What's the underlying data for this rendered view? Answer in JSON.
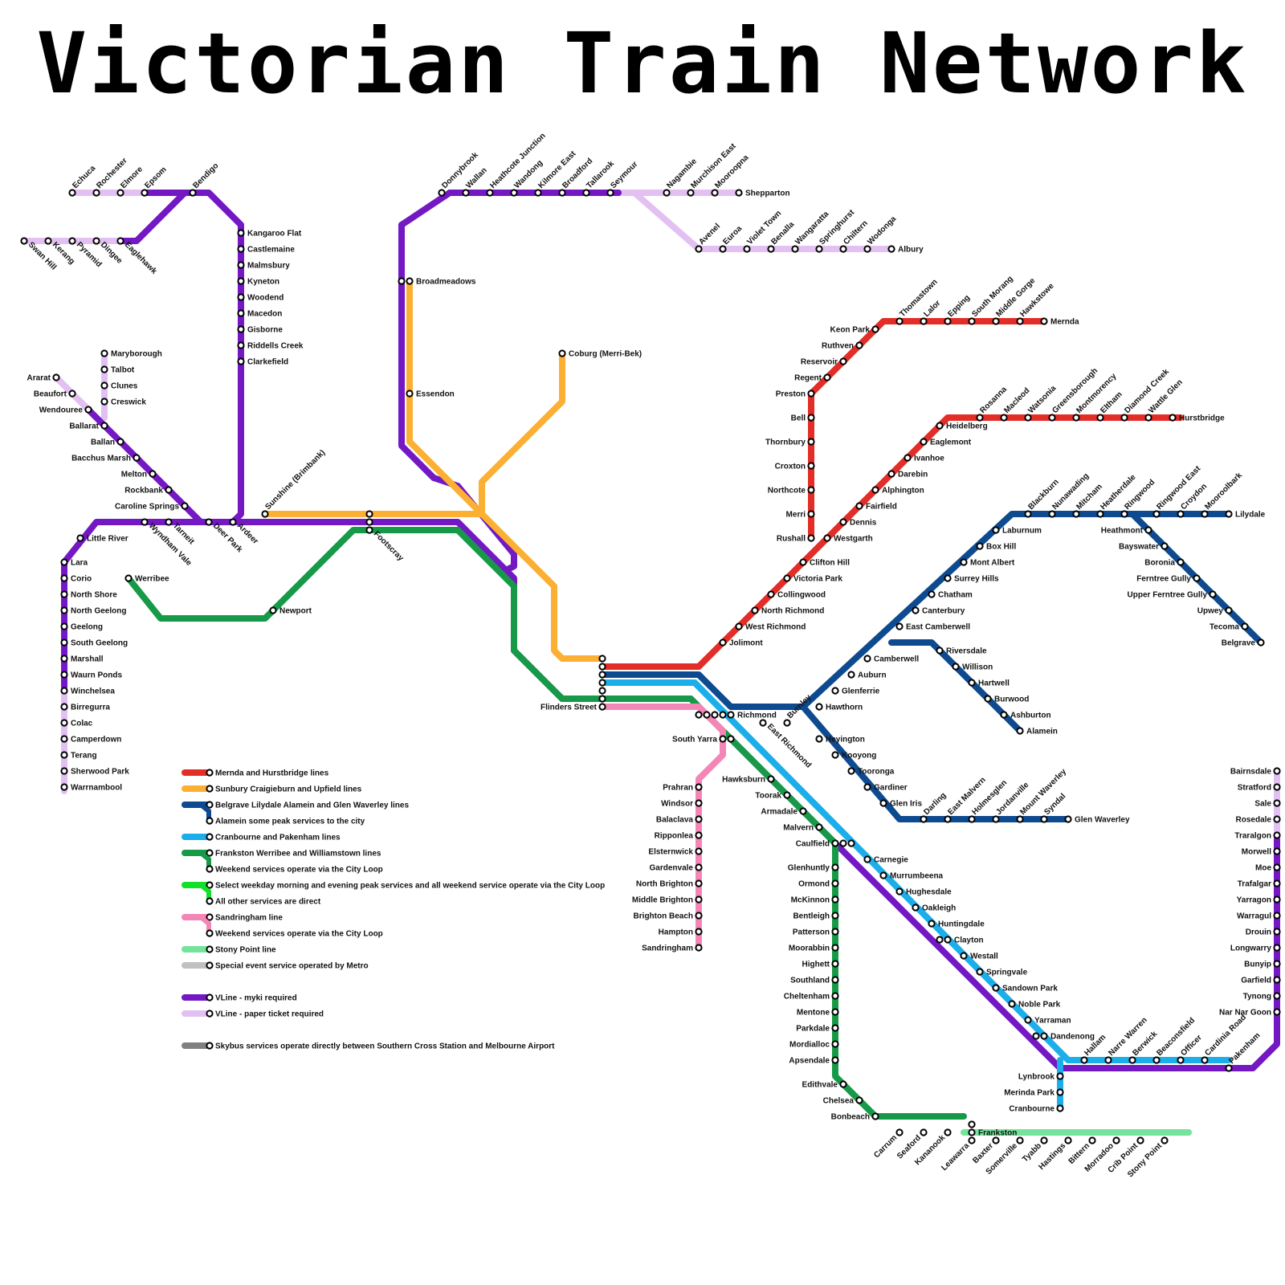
{
  "title": "Victorian Train Network",
  "colors": {
    "mernda": "#e32d27",
    "sunbury": "#fbb033",
    "belgrave": "#0e4a8f",
    "cranbourne": "#1caee9",
    "frankston": "#169a48",
    "city_loop": "#13e02a",
    "sandringham": "#f486b7",
    "stony_point": "#74e39b",
    "special": "#c0c0c0",
    "vline": "#7318c3",
    "vline_paper": "#e3c0f2",
    "skybus": "#808080"
  },
  "legend": [
    {
      "label": "Mernda and Hurstbridge lines",
      "color": "mernda"
    },
    {
      "label": "Sunbury Craigieburn and Upfield lines",
      "color": "sunbury"
    },
    {
      "label": "Belgrave Lilydale Alamein and Glen Waverley lines",
      "color": "belgrave"
    },
    {
      "label": "Alamein some peak services to the city",
      "color": "belgrave",
      "sub": true
    },
    {
      "label": "Cranbourne and Pakenham lines",
      "color": "cranbourne"
    },
    {
      "label": "Frankston Werribee and Williamstown lines",
      "color": "frankston"
    },
    {
      "label": "Weekend services operate via the City Loop",
      "color": "frankston",
      "sub": true
    },
    {
      "label": "Select weekday morning and evening peak services and all weekend service operate via the City Loop",
      "color": "city_loop"
    },
    {
      "label": "All other services are direct",
      "color": "city_loop",
      "sub": true
    },
    {
      "label": "Sandringham line",
      "color": "sandringham"
    },
    {
      "label": "Weekend services operate via the City Loop",
      "color": "sandringham",
      "sub": true
    },
    {
      "label": "Stony Point line",
      "color": "stony_point"
    },
    {
      "label": "Special event service operated by Metro",
      "color": "special"
    },
    {
      "label": "",
      "color": ""
    },
    {
      "label": "VLine - myki required",
      "color": "vline"
    },
    {
      "label": "VLine - paper ticket required",
      "color": "vline_paper"
    },
    {
      "label": "",
      "color": ""
    },
    {
      "label": "Skybus services operate directly between Southern Cross Station and Melbourne Airport",
      "color": "skybus"
    }
  ],
  "stations": {
    "echuca": "Echuca",
    "rochester": "Rochester",
    "elmore": "Elmore",
    "epsom": "Epsom",
    "bendigo": "Bendigo",
    "swan_hill": "Swan Hill",
    "kerang": "Kerang",
    "pyramid": "Pyramid",
    "dingee": "Dingee",
    "eaglehawk": "Eaglehawk",
    "kangaroo_flat": "Kangaroo Flat",
    "castlemaine": "Castlemaine",
    "malmsbury": "Malmsbury",
    "kyneton": "Kyneton",
    "woodend": "Woodend",
    "macedon": "Macedon",
    "gisborne": "Gisborne",
    "riddells_creek": "Riddells Creek",
    "clarkefield": "Clarkefield",
    "sunshine": "Sunshine (Brimbank)",
    "maryborough": "Maryborough",
    "talbot": "Talbot",
    "clunes": "Clunes",
    "creswick": "Creswick",
    "ararat": "Ararat",
    "beaufort": "Beaufort",
    "wendouree": "Wendouree",
    "ballarat": "Ballarat",
    "ballan": "Ballan",
    "bacchus_marsh": "Bacchus Marsh",
    "melton": "Melton",
    "rockbank": "Rockbank",
    "caroline_springs": "Caroline Springs",
    "wyndham_vale": "Wyndham Vale",
    "tarneit": "Tarneit",
    "deer_park": "Deer Park",
    "ardeer": "Ardeer",
    "little_river": "Little River",
    "lara": "Lara",
    "corio": "Corio",
    "north_shore": "North Shore",
    "north_geelong": "North Geelong",
    "geelong": "Geelong",
    "south_geelong": "South Geelong",
    "marshall": "Marshall",
    "waurn_ponds": "Waurn Ponds",
    "winchelsea": "Winchelsea",
    "birregurra": "Birregurra",
    "colac": "Colac",
    "camperdown": "Camperdown",
    "terang": "Terang",
    "sherwood_park": "Sherwood Park",
    "warrnambool": "Warrnambool",
    "werribee": "Werribee",
    "newport": "Newport",
    "footscray": "Footscray",
    "donnybrook": "Donnybrook",
    "wallan": "Wallan",
    "heathcote_junction": "Heathcote Junction",
    "wandong": "Wandong",
    "kilmore_east": "Kilmore East",
    "broadford": "Broadford",
    "tallarook": "Tallarook",
    "seymour": "Seymour",
    "nagambie": "Nagambie",
    "murchison_east": "Murchison East",
    "mooroopna": "Mooroopna",
    "shepparton": "Shepparton",
    "avenel": "Avenel",
    "euroa": "Euroa",
    "violet_town": "Violet Town",
    "benalla": "Benalla",
    "wangaratta": "Wangaratta",
    "springhurst": "Springhurst",
    "chiltern": "Chiltern",
    "wodonga": "Wodonga",
    "albury": "Albury",
    "broadmeadows": "Broadmeadows",
    "essendon": "Essendon",
    "coburg": "Coburg (Merri-Bek)",
    "flinders_street": "Flinders Street",
    "keon_park": "Keon Park",
    "thomastown": "Thomastown",
    "lalor": "Lalor",
    "epping": "Epping",
    "south_morang": "South Morang",
    "middle_gorge": "Middle Gorge",
    "hawkstowe": "Hawkstowe",
    "mernda": "Mernda",
    "ruthven": "Ruthven",
    "reservoir": "Reservoir",
    "regent": "Regent",
    "preston": "Preston",
    "bell": "Bell",
    "thornbury": "Thornbury",
    "croxton": "Croxton",
    "northcote": "Northcote",
    "merri": "Merri",
    "rushall": "Rushall",
    "rosanna": "Rosanna",
    "macleod": "Macleod",
    "watsonia": "Watsonia",
    "greensborough": "Greensborough",
    "montmorency": "Montmorency",
    "eltham": "Eltham",
    "diamond_creek": "Diamond Creek",
    "wattle_glen": "Wattle Glen",
    "hurstbridge": "Hurstbridge",
    "heidelberg": "Heidelberg",
    "eaglemont": "Eaglemont",
    "ivanhoe": "Ivanhoe",
    "darebin": "Darebin",
    "alphington": "Alphington",
    "fairfield": "Fairfield",
    "dennis": "Dennis",
    "westgarth": "Westgarth",
    "clifton_hill": "Clifton Hill",
    "victoria_park": "Victoria Park",
    "collingwood": "Collingwood",
    "north_richmond": "North Richmond",
    "west_richmond": "West Richmond",
    "jolimont": "Jolimont",
    "blackburn": "Blackburn",
    "nunawading": "Nunawading",
    "mitcham": "Mitcham",
    "heatherdale": "Heatherdale",
    "ringwood": "Ringwood",
    "ringwood_east": "Ringwood East",
    "croydon": "Croydon",
    "mooroolbark": "Mooroolbark",
    "lilydale": "Lilydale",
    "laburnum": "Laburnum",
    "box_hill": "Box Hill",
    "mont_albert": "Mont Albert",
    "surrey_hills": "Surrey Hills",
    "chatham": "Chatham",
    "canterbury": "Canterbury",
    "east_camberwell": "East Camberwell",
    "camberwell": "Camberwell",
    "auburn": "Auburn",
    "glenferrie": "Glenferrie",
    "hawthorn": "Hawthorn",
    "burnley": "Burnley",
    "heathmont": "Heathmont",
    "bayswater": "Bayswater",
    "boronia": "Boronia",
    "ferntree_gully": "Ferntree Gully",
    "upper_ferntree_gully": "Upper Ferntree Gully",
    "upwey": "Upwey",
    "tecoma": "Tecoma",
    "belgrave": "Belgrave",
    "riversdale": "Riversdale",
    "willison": "Willison",
    "hartwell": "Hartwell",
    "burwood": "Burwood",
    "ashburton": "Ashburton",
    "alamein": "Alamein",
    "richmond": "Richmond",
    "east_richmond": "East Richmond",
    "heyington": "Heyington",
    "kooyong": "Kooyong",
    "tooronga": "Tooronga",
    "gardiner": "Gardiner",
    "glen_iris": "Glen Iris",
    "darling": "Darling",
    "east_malvern": "East Malvern",
    "holmesglen": "Holmesglen",
    "jordanville": "Jordanville",
    "mount_waverley": "Mount Waverley",
    "syndal": "Syndal",
    "glen_waverley": "Glen Waverley",
    "south_yarra": "South Yarra",
    "prahran": "Prahran",
    "windsor": "Windsor",
    "balaclava": "Balaclava",
    "ripponlea": "Ripponlea",
    "elsternwick": "Elsternwick",
    "gardenvale": "Gardenvale",
    "north_brighton": "North Brighton",
    "middle_brighton": "Middle Brighton",
    "brighton_beach": "Brighton Beach",
    "hampton": "Hampton",
    "sandringham": "Sandringham",
    "hawksburn": "Hawksburn",
    "toorak": "Toorak",
    "armadale": "Armadale",
    "malvern": "Malvern",
    "caulfield": "Caulfield",
    "carnegie": "Carnegie",
    "murrumbeena": "Murrumbeena",
    "hughesdale": "Hughesdale",
    "oakleigh": "Oakleigh",
    "huntingdale": "Huntingdale",
    "clayton": "Clayton",
    "westall": "Westall",
    "springvale": "Springvale",
    "sandown_park": "Sandown Park",
    "noble_park": "Noble Park",
    "yarraman": "Yarraman",
    "dandenong": "Dandenong",
    "hallam": "Hallam",
    "narre_warren": "Narre Warren",
    "berwick": "Berwick",
    "beaconsfield": "Beaconsfield",
    "officer": "Officer",
    "cardinia_road": "Cardinia Road",
    "pakenham": "Pakenham",
    "lynbrook": "Lynbrook",
    "merinda_park": "Merinda Park",
    "cranbourne": "Cranbourne",
    "glenhuntly": "Glenhuntly",
    "ormond": "Ormond",
    "mckinnon": "McKinnon",
    "bentleigh": "Bentleigh",
    "patterson": "Patterson",
    "moorabbin": "Moorabbin",
    "highett": "Highett",
    "southland": "Southland",
    "cheltenham": "Cheltenham",
    "mentone": "Mentone",
    "parkdale": "Parkdale",
    "mordialloc": "Mordialloc",
    "aspendale": "Apsendale",
    "edithvale": "Edithvale",
    "chelsea": "Chelsea",
    "bonbeach": "Bonbeach",
    "carrum": "Carrum",
    "seaford": "Seaford",
    "kananook": "Kananook",
    "frankston": "Frankston",
    "leawarra": "Leawarra",
    "baxter": "Baxter",
    "somerville": "Somerville",
    "tyabb": "Tyabb",
    "hastings": "Hastings",
    "bittern": "Bittern",
    "morradoo": "Morradoo",
    "crib_point": "Crib Point",
    "stony_point": "Stony Point",
    "bairnsdale": "Bairnsdale",
    "stratford": "Stratford",
    "sale": "Sale",
    "rosedale": "Rosedale",
    "traralgon": "Traralgon",
    "morwell": "Morwell",
    "moe": "Moe",
    "trafalgar": "Trafalgar",
    "yarragon": "Yarragon",
    "warragul": "Warragul",
    "drouin": "Drouin",
    "longwarry": "Longwarry",
    "bunyip": "Bunyip",
    "garfield": "Garfield",
    "tynong": "Tynong",
    "nar_nar_goon": "Nar Nar Goon"
  }
}
